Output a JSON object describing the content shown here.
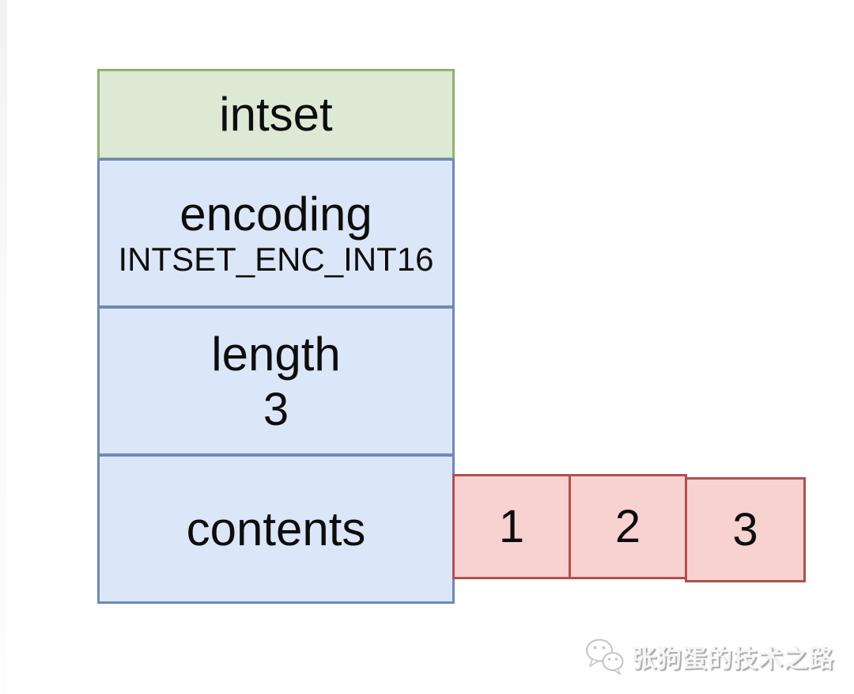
{
  "diagram": {
    "header": {
      "label": "intset"
    },
    "fields": [
      {
        "name": "encoding",
        "value": "INTSET_ENC_INT16"
      },
      {
        "name": "length",
        "value": "3"
      },
      {
        "name": "contents"
      }
    ],
    "contents_items": [
      {
        "value": "1"
      },
      {
        "value": "2"
      },
      {
        "value": "3"
      }
    ]
  },
  "watermark": {
    "icon": "wechat-icon",
    "text": "张狗蛋的技术之路"
  },
  "colors": {
    "header_fill": "#dde9d4",
    "header_border": "#8db36e",
    "field_fill": "#dbe7f8",
    "field_border": "#6f88b8",
    "item_fill": "#f7d2d1",
    "item_border": "#b0504d",
    "text": "#0d0d0d",
    "watermark_gray": "#ababab"
  }
}
